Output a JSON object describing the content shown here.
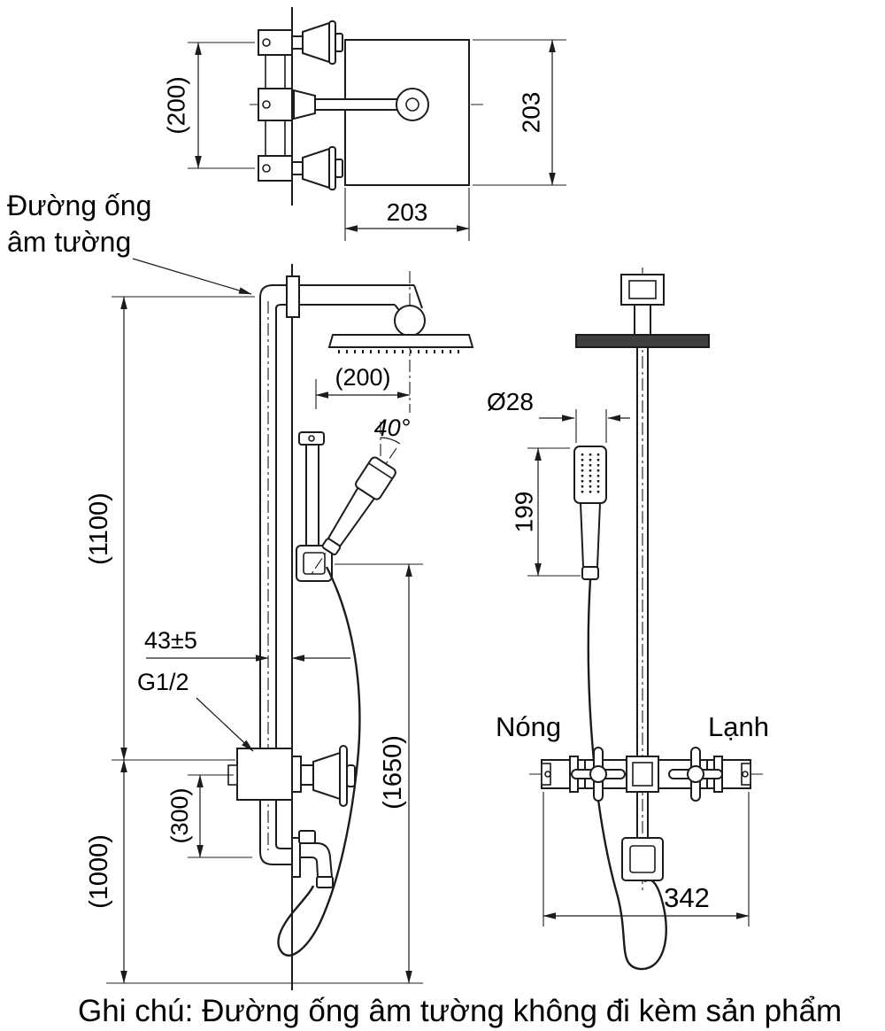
{
  "drawing": {
    "callout": {
      "line1": "Đường ống",
      "line2": "âm tường"
    },
    "labels": {
      "hot": "Nóng",
      "cold": "Lạnh",
      "thread": "G1/2",
      "angle": "40°",
      "diameter": "Ø28"
    },
    "dimensions": {
      "top_plate_height": "(200)",
      "plate_height": "203",
      "plate_width": "203",
      "arm_reach": "(200)",
      "column_upper": "(1100)",
      "wall_offset": "43±5",
      "valve_to_spout": "(300)",
      "valve_height": "(1000)",
      "holder_height": "(1650)",
      "handshower_length": "199",
      "valve_width": "342"
    },
    "note": "Ghi chú: Đường ống âm tường không đi kèm sản phẩm",
    "colors": {
      "line": "#1c1c1c",
      "background": "#ffffff",
      "showerhead_fill": "#3f3f3f"
    }
  }
}
